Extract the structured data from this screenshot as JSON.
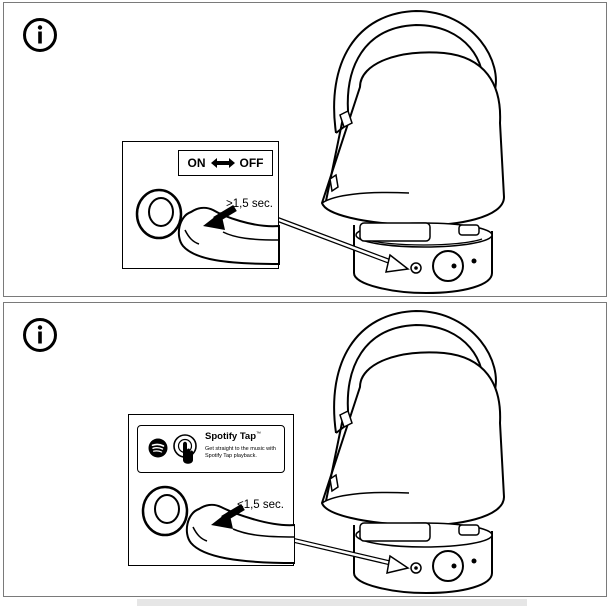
{
  "panels": [
    {
      "id": "top",
      "info_icon": "info-icon",
      "on_label": "ON",
      "off_label": "OFF",
      "arrow_icon": "double-arrow-icon",
      "press_label": ">1,5 sec."
    },
    {
      "id": "bottom",
      "info_icon": "info-icon",
      "spotify": {
        "title": "Spotify Tap",
        "tm": "™",
        "description": "Get straight to the music with Spotify Tap playback."
      },
      "press_label": "<1,5 sec."
    }
  ]
}
